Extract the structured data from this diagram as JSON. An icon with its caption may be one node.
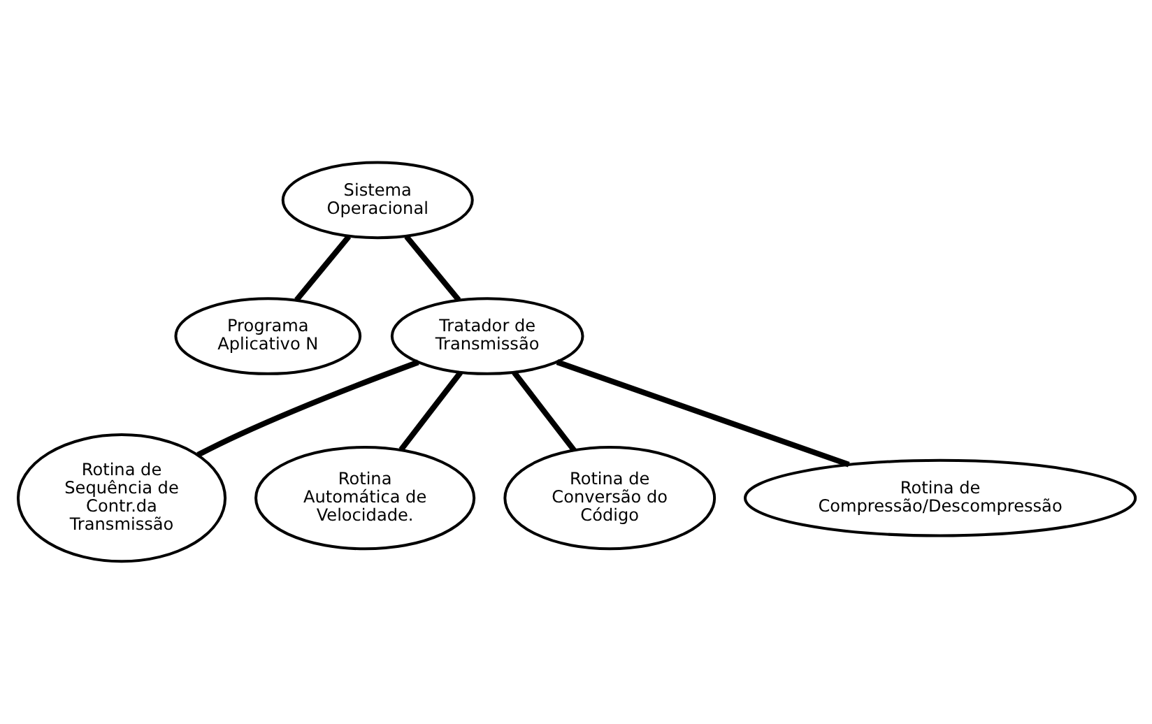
{
  "diagram": {
    "nodes": [
      {
        "text": [
          "Sistema Operacional"
        ]
      },
      {
        "text": [
          "Programa Aplicativo N"
        ]
      },
      {
        "text": [
          "Tratador de Transmissão"
        ]
      },
      {
        "text": [
          "Rotina de Sequência de Contr.da Transmissão"
        ]
      },
      {
        "text": [
          "Rotina Automática de Velocidade."
        ]
      },
      {
        "text": [
          "Rotina de Conversão do Código"
        ]
      },
      {
        "text": [
          "Rotina de Compressão/Descompressão"
        ]
      }
    ],
    "edges": [
      {
        "from": 0,
        "to": 1,
        "arrow": "none"
      },
      {
        "from": 0,
        "to": 2,
        "arrow": "none"
      },
      {
        "from": 2,
        "to": 3,
        "arrow": "none"
      },
      {
        "from": 2,
        "to": 4,
        "arrow": "none"
      },
      {
        "from": 2,
        "to": 5,
        "arrow": "none"
      },
      {
        "from": 2,
        "to": 6,
        "arrow": "none"
      }
    ]
  }
}
